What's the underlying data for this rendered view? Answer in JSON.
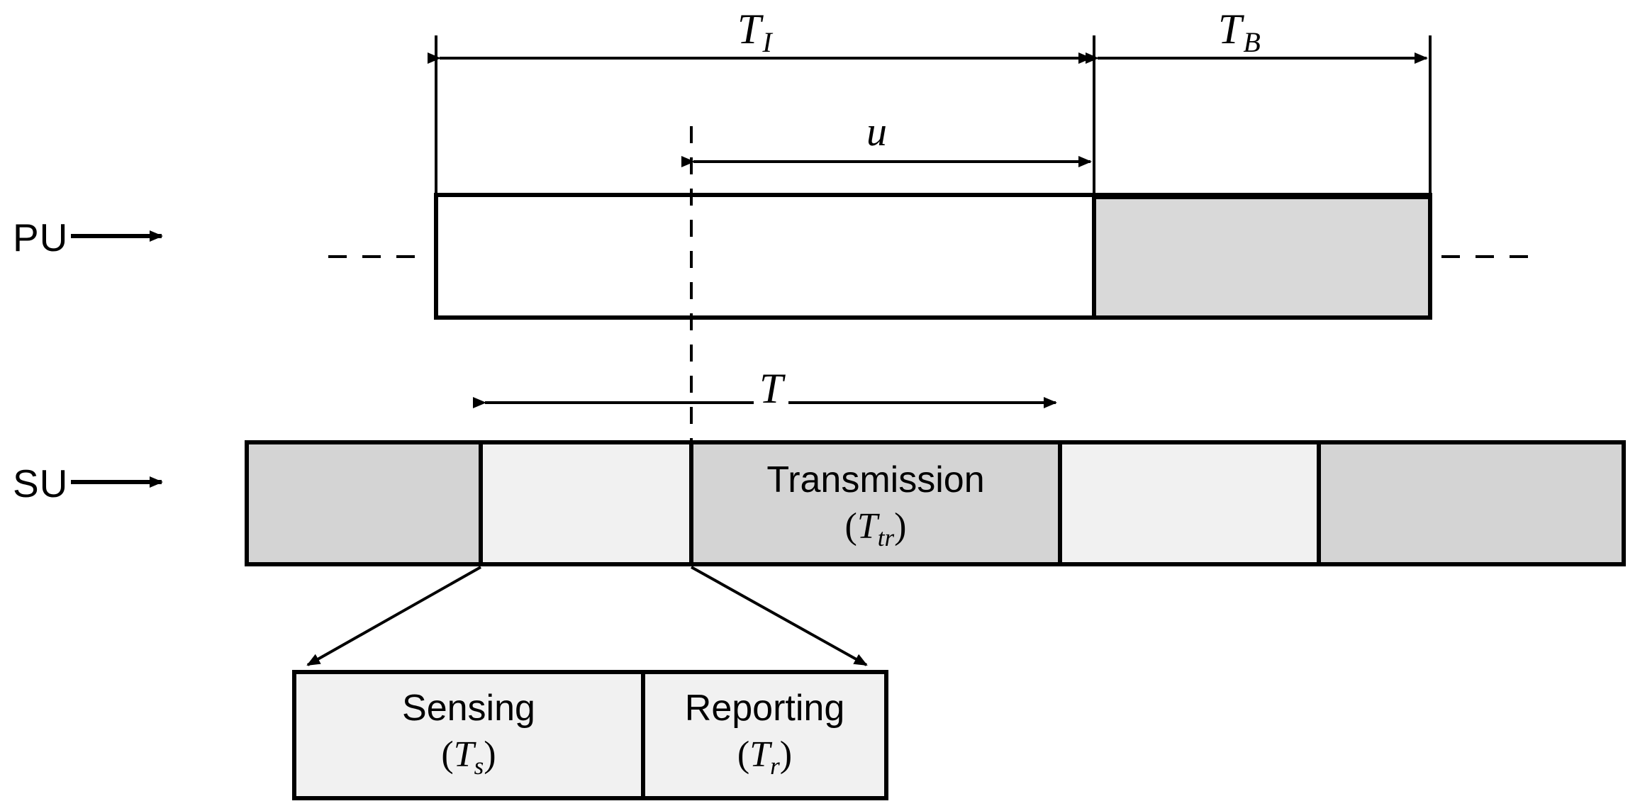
{
  "diagram": {
    "title_semantic": "PU/SU cognitive-radio frame timing diagram",
    "row_labels": {
      "pu": "PU",
      "su": "SU"
    },
    "pu_intervals": [
      {
        "name": "idle-period",
        "label": "T",
        "sub": "I",
        "state": "idle"
      },
      {
        "name": "busy-period",
        "label": "T",
        "sub": "B",
        "state": "busy"
      }
    ],
    "pu_offset": {
      "name": "residual-idle-time",
      "label": "u",
      "sub": ""
    },
    "su_frame": {
      "name": "frame-duration",
      "label": "T",
      "sub": ""
    },
    "su_segments": [
      {
        "name": "su-slot-1",
        "label": "",
        "sub": "",
        "shade": "dark"
      },
      {
        "name": "su-slot-2",
        "label": "",
        "sub": "",
        "shade": "light"
      },
      {
        "name": "su-slot-transmission",
        "label": "Transmission",
        "sub_main": "T",
        "sub": "tr",
        "shade": "dark"
      },
      {
        "name": "su-slot-4",
        "label": "",
        "sub": "",
        "shade": "light"
      },
      {
        "name": "su-slot-5",
        "label": "",
        "sub": "",
        "shade": "dark"
      }
    ],
    "detail_segments": [
      {
        "name": "sensing-block",
        "label": "Sensing",
        "sub_main": "T",
        "sub": "s",
        "shade": "light"
      },
      {
        "name": "reporting-block",
        "label": "Reporting",
        "sub_main": "T",
        "sub": "r",
        "shade": "light"
      }
    ],
    "colors": {
      "line": "#000000",
      "shade_dark": "#d4d4d4",
      "shade_light": "#f1f1f1",
      "pu_busy_fill": "#d9d9d9",
      "background": "#ffffff"
    }
  }
}
